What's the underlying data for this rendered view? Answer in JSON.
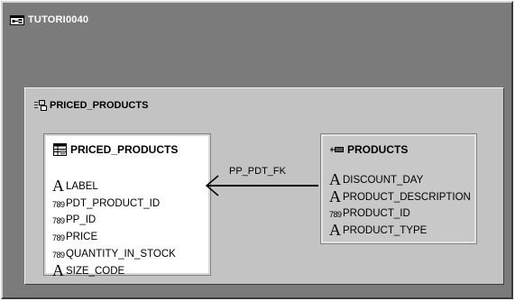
{
  "window": {
    "title": "TUTORI0040"
  },
  "group": {
    "title": "PRICED_PRODUCTS"
  },
  "entities": [
    {
      "title": "PRICED_PRODUCTS",
      "attributes": [
        {
          "type": "A",
          "name": "LABEL"
        },
        {
          "type": "789",
          "name": "PDT_PRODUCT_ID"
        },
        {
          "type": "789",
          "name": "PP_ID"
        },
        {
          "type": "789",
          "name": "PRICE"
        },
        {
          "type": "789",
          "name": "QUANTITY_IN_STOCK"
        },
        {
          "type": "A",
          "name": "SIZE_CODE"
        }
      ]
    },
    {
      "title": "PRODUCTS",
      "attributes": [
        {
          "type": "A",
          "name": "DISCOUNT_DAY"
        },
        {
          "type": "A",
          "name": "PRODUCT_DESCRIPTION"
        },
        {
          "type": "789",
          "name": "PRODUCT_ID"
        },
        {
          "type": "A",
          "name": "PRODUCT_TYPE"
        }
      ]
    }
  ],
  "relationship": {
    "label": "PP_PDT_FK"
  },
  "icons": {
    "window": "diagram-window-icon",
    "group": "table-group-icon",
    "entity_table": "table-grid-icon",
    "entity_view": "view-key-icon",
    "string_type": "string-type-icon",
    "number_type": "number-type-icon"
  },
  "colors": {
    "window_background": "#7b7b7b",
    "group_background": "#c3c3c3",
    "selected_entity": "#ffffff",
    "other_entity": "#c8c8c8"
  }
}
